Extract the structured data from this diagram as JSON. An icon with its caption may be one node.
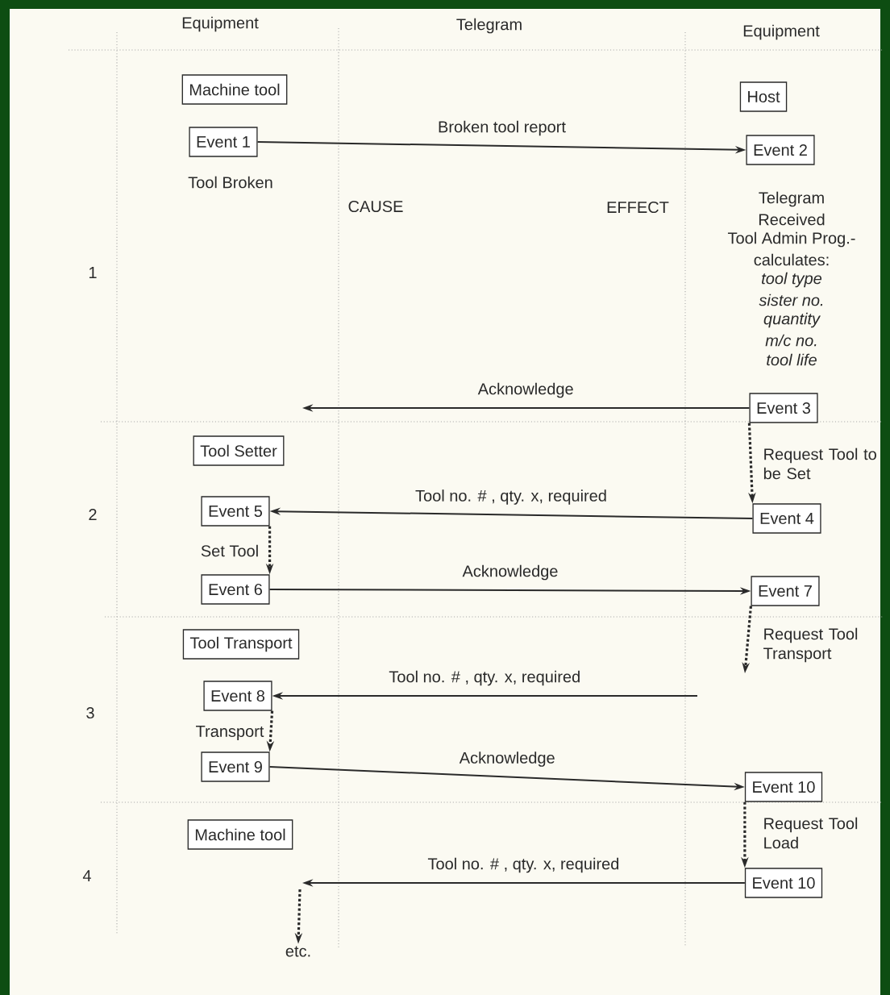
{
  "diagram": {
    "nodes": [
      {
        "text": [
          "Machine tool"
        ]
      },
      {
        "text": [
          "Host"
        ]
      },
      {
        "text": [
          "Event 1"
        ]
      },
      {
        "text": [
          "Event 2"
        ]
      },
      {
        "text": [
          "Event 3"
        ]
      },
      {
        "text": [
          "Tool Setter"
        ]
      },
      {
        "text": [
          "Event 5"
        ]
      },
      {
        "text": [
          "Event 4"
        ]
      },
      {
        "text": [
          "Event 6"
        ]
      },
      {
        "text": [
          "Event 7"
        ]
      },
      {
        "text": [
          "Tool Transport"
        ]
      },
      {
        "text": [
          "Event 8"
        ]
      },
      {
        "text": [
          "Event 9"
        ]
      },
      {
        "text": [
          "Event 10"
        ]
      },
      {
        "text": [
          "Machine tool"
        ]
      },
      {
        "text": [
          "Event 10"
        ]
      },
      {
        "text": [
          "etc."
        ]
      }
    ],
    "edges": [
      {
        "from": 2,
        "to": 3,
        "arrow": "to",
        "label": "Broken tool report"
      },
      {
        "from": 4,
        "to": null,
        "arrow": "to",
        "label": "Acknowledge"
      },
      {
        "from": 7,
        "to": 6,
        "arrow": "to",
        "label": "Tool no. # , qty. x, required"
      },
      {
        "from": 6,
        "to": 8,
        "arrow": "to",
        "style": "dashed"
      },
      {
        "from": 8,
        "to": 9,
        "arrow": "to",
        "label": "Acknowledge"
      },
      {
        "from": 4,
        "to": 7,
        "arrow": "to",
        "style": "dashed"
      },
      {
        "from": 9,
        "to": null,
        "arrow": "to",
        "style": "dashed"
      },
      {
        "from": null,
        "to": 11,
        "arrow": "to",
        "label": "Tool no. # , qty. x, required"
      },
      {
        "from": 11,
        "to": 12,
        "arrow": "to",
        "style": "dashed"
      },
      {
        "from": 12,
        "to": 13,
        "arrow": "to",
        "label": "Acknowledge"
      },
      {
        "from": 13,
        "to": 15,
        "arrow": "to",
        "style": "dashed"
      },
      {
        "from": 15,
        "to": null,
        "arrow": "to",
        "label": "Tool no. # , qty. x, required"
      },
      {
        "from": null,
        "to": 16,
        "arrow": "to",
        "style": "dashed"
      }
    ],
    "labels": [
      "Equipment",
      "Telegram",
      "Equipment",
      "Tool Broken",
      "CAUSE",
      "EFFECT",
      "Telegram",
      "Received",
      "Tool Admin Prog.-",
      "calculates:",
      "tool type",
      "sister no.",
      "quantity",
      "m/c no.",
      "tool life",
      "1",
      "Request Tool to be Set",
      "2",
      "Set Tool",
      "Request Tool Transport",
      "3",
      "Transport",
      "Request Tool Load",
      "4"
    ]
  }
}
